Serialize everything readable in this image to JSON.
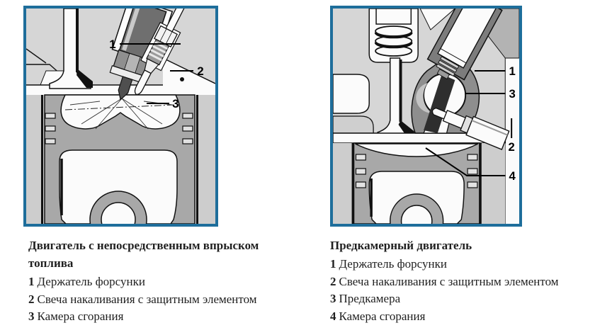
{
  "colors": {
    "panel_border": "#1e6e9b",
    "panel_background": "#d6d6d6",
    "piston_gray": "#a8a8a8",
    "injector_dark": "#6f6f6f",
    "line_black": "#111111",
    "white": "#fbfbfb"
  },
  "left_panel": {
    "labels": {
      "injector": "1",
      "glow_plug": "2",
      "chamber": "3"
    },
    "caption": {
      "title": "Двигатель с непосредственным впрыском топлива",
      "items": [
        {
          "num": "1",
          "text": "Держатель форсунки"
        },
        {
          "num": "2",
          "text": "Свеча накаливания с защитным элементом"
        },
        {
          "num": "3",
          "text": "Камера сгорания"
        }
      ]
    }
  },
  "right_panel": {
    "labels": {
      "injector": "1",
      "glow_plug": "2",
      "prechamber": "3",
      "chamber": "4"
    },
    "caption": {
      "title": "Предкамерный двигатель",
      "items": [
        {
          "num": "1",
          "text": "Держатель форсунки"
        },
        {
          "num": "2",
          "text": "Свеча накаливания с защитным элементом"
        },
        {
          "num": "3",
          "text": "Предкамера"
        },
        {
          "num": "4",
          "text": "Камера сгорания"
        }
      ]
    }
  }
}
